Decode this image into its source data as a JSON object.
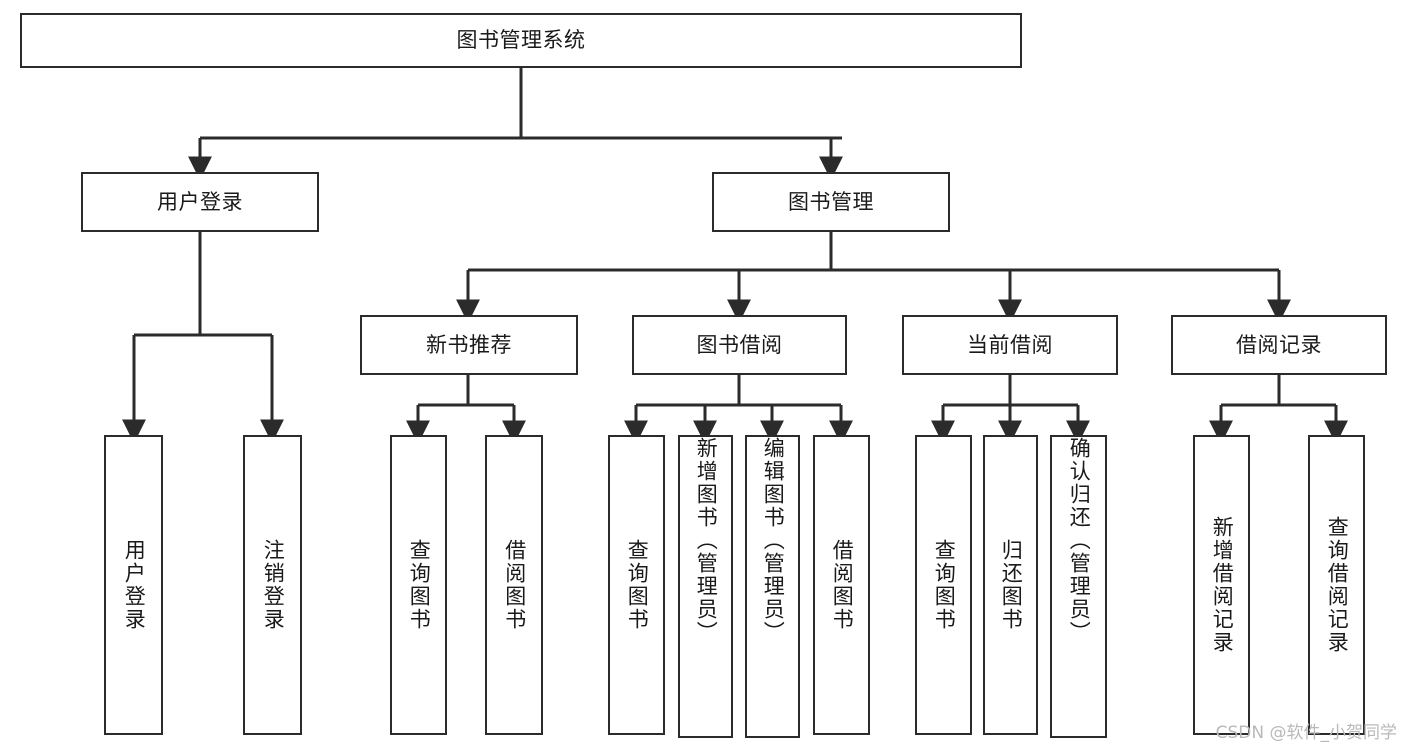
{
  "diagram": {
    "type": "tree-hierarchy-chart",
    "title": "图书管理系统",
    "background_color": "#ffffff",
    "line_color": "#2b2b2b",
    "text_color": "#1a1a1a",
    "nodes": {
      "root": {
        "label": "图书管理系统",
        "level": 1
      },
      "user_login": {
        "label": "用户登录",
        "level": 2
      },
      "book_manage": {
        "label": "图书管理",
        "level": 2
      },
      "new_book_rec": {
        "label": "新书推荐",
        "level": 3
      },
      "book_borrow": {
        "label": "图书借阅",
        "level": 3
      },
      "current_borrow": {
        "label": "当前借阅",
        "level": 3
      },
      "borrow_record": {
        "label": "借阅记录",
        "level": 3
      },
      "leaf_user_login": {
        "label": "用户登录",
        "level": 4
      },
      "leaf_logout": {
        "label": "注销登录",
        "level": 4
      },
      "leaf_query_book_1": {
        "label": "查询图书",
        "level": 4
      },
      "leaf_borrow_book_1": {
        "label": "借阅图书",
        "level": 4
      },
      "leaf_query_book_2": {
        "label": "查询图书",
        "level": 4
      },
      "leaf_add_book": {
        "label": "新增图书（管理员）",
        "level": 4
      },
      "leaf_edit_book": {
        "label": "编辑图书（管理员）",
        "level": 4
      },
      "leaf_borrow_book_2": {
        "label": "借阅图书",
        "level": 4
      },
      "leaf_query_book_3": {
        "label": "查询图书",
        "level": 4
      },
      "leaf_return_book": {
        "label": "归还图书",
        "level": 4
      },
      "leaf_confirm_return": {
        "label": "确认归还（管理员）",
        "level": 4
      },
      "leaf_add_record": {
        "label": "新增借阅记录",
        "level": 4
      },
      "leaf_query_record": {
        "label": "查询借阅记录",
        "level": 4
      }
    },
    "edges": [
      {
        "from": "root",
        "to": "user_login"
      },
      {
        "from": "root",
        "to": "book_manage"
      },
      {
        "from": "user_login",
        "to": "leaf_user_login"
      },
      {
        "from": "user_login",
        "to": "leaf_logout"
      },
      {
        "from": "book_manage",
        "to": "new_book_rec"
      },
      {
        "from": "book_manage",
        "to": "book_borrow"
      },
      {
        "from": "book_manage",
        "to": "current_borrow"
      },
      {
        "from": "book_manage",
        "to": "borrow_record"
      },
      {
        "from": "new_book_rec",
        "to": "leaf_query_book_1"
      },
      {
        "from": "new_book_rec",
        "to": "leaf_borrow_book_1"
      },
      {
        "from": "book_borrow",
        "to": "leaf_query_book_2"
      },
      {
        "from": "book_borrow",
        "to": "leaf_add_book"
      },
      {
        "from": "book_borrow",
        "to": "leaf_edit_book"
      },
      {
        "from": "book_borrow",
        "to": "leaf_borrow_book_2"
      },
      {
        "from": "current_borrow",
        "to": "leaf_query_book_3"
      },
      {
        "from": "current_borrow",
        "to": "leaf_return_book"
      },
      {
        "from": "current_borrow",
        "to": "leaf_confirm_return"
      },
      {
        "from": "borrow_record",
        "to": "leaf_add_record"
      },
      {
        "from": "borrow_record",
        "to": "leaf_query_record"
      }
    ]
  },
  "watermark": {
    "text": "CSDN @软件_小贺同学"
  }
}
